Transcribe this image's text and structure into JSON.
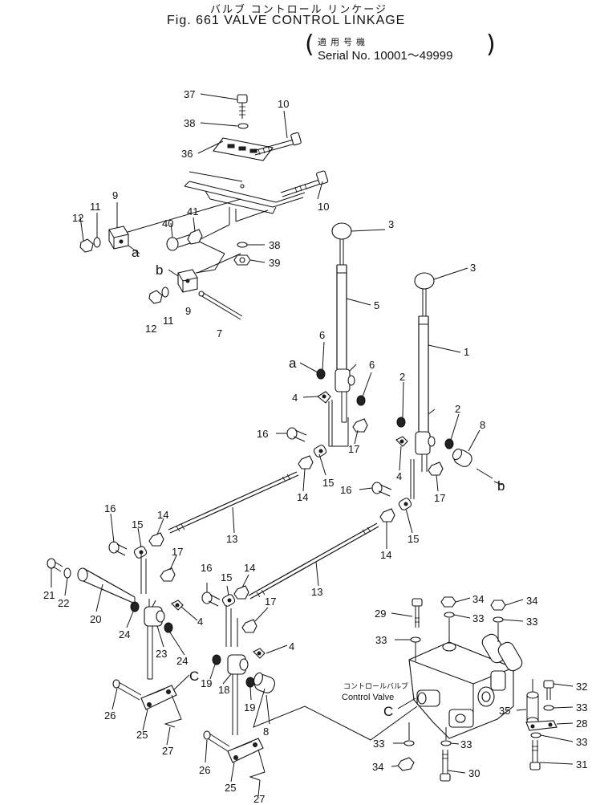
{
  "header": {
    "title_jp": "バルブ コントロール リンケージ",
    "title_en": "Fig. 661 VALVE CONTROL LINKAGE",
    "serial_jp": "適用号機",
    "serial_en": "Serial No. 10001～49999"
  },
  "callouts": {
    "p1": "1",
    "p2": "2",
    "p3": "3",
    "p4": "4",
    "p5": "5",
    "p6": "6",
    "p7": "7",
    "p8": "8",
    "p9": "9",
    "p10": "10",
    "p11": "11",
    "p12": "12",
    "p13": "13",
    "p14": "14",
    "p15": "15",
    "p16": "16",
    "p17": "17",
    "p18": "18",
    "p19": "19",
    "p20": "20",
    "p21": "21",
    "p22": "22",
    "p23": "23",
    "p24": "24",
    "p25": "25",
    "p26": "26",
    "p27": "27",
    "p28": "28",
    "p29": "29",
    "p30": "30",
    "p31": "31",
    "p32": "32",
    "p33": "33",
    "p34": "34",
    "p35": "35",
    "p36": "36",
    "p37": "37",
    "p38": "38",
    "p39": "39",
    "p40": "40",
    "p41": "41"
  },
  "refs": {
    "a": "a",
    "b": "b",
    "c": "C"
  },
  "valve_label": {
    "jp": "コントロールバルブ",
    "en": "Control Valve"
  }
}
